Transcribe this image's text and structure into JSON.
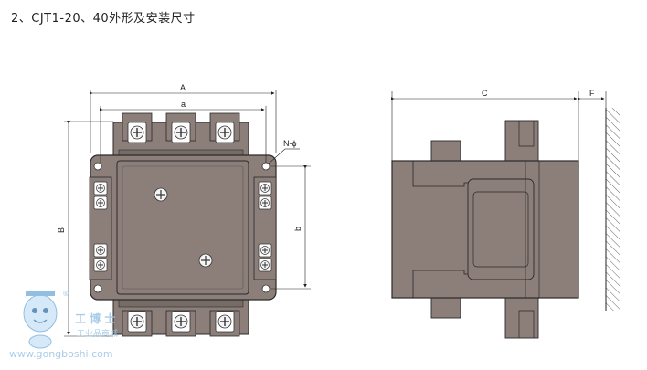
{
  "title": "2、CJT1-20、40外形及安装尺寸",
  "front_view": {
    "dim_A": "A",
    "dim_a": "a",
    "dim_B": "B",
    "dim_b": "b",
    "dim_hole": "N-ϕ"
  },
  "side_view": {
    "dim_C": "C",
    "dim_F": "F"
  },
  "watermark": {
    "brand": "工 博 士",
    "registered": "®",
    "tagline": "工业品商城",
    "url": "www.gongboshi.com"
  },
  "colors": {
    "body": "#8c7f7a",
    "body_dark": "#776b66",
    "outline": "#2a2a2a",
    "terminal": "#ffffff",
    "background": "#ffffff"
  }
}
